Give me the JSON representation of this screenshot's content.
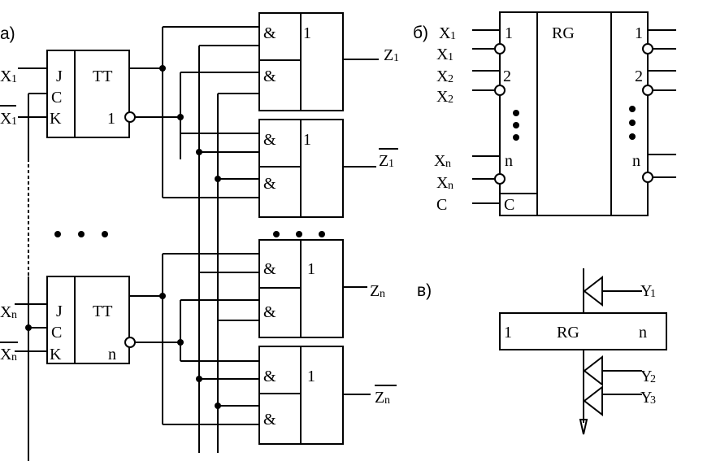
{
  "panel_labels": {
    "a": "а)",
    "b": "б)",
    "v": "в)"
  },
  "panel_a": {
    "trigger_top": {
      "type": "TT",
      "j": "J",
      "c": "C",
      "k": "K",
      "q_inv": "1"
    },
    "trigger_bottom": {
      "type": "TT",
      "j": "J",
      "c": "C",
      "k": "K",
      "q_inv": "n"
    },
    "inputs_top": {
      "x": "X",
      "x_sub": "1",
      "x_bar": "X",
      "x_bar_sub": "1"
    },
    "inputs_bottom": {
      "x": "X",
      "x_sub": "n",
      "x_bar": "X",
      "x_bar_sub": "n"
    },
    "gate_and": "&",
    "gate_or": "1",
    "outputs": [
      {
        "label": "Z",
        "sub": "1",
        "bar": false
      },
      {
        "label": "Z",
        "sub": "1",
        "bar": true
      },
      {
        "label": "Z",
        "sub": "n",
        "bar": false
      },
      {
        "label": "Z",
        "sub": "n",
        "bar": true
      }
    ]
  },
  "panel_b": {
    "title": "RG",
    "input_labels": [
      {
        "label": "X",
        "sub": "1"
      },
      {
        "label": "X",
        "sub": "1"
      },
      {
        "label": "X",
        "sub": "2"
      },
      {
        "label": "X",
        "sub": "2"
      },
      {
        "label": "X",
        "sub": "n"
      },
      {
        "label": "X",
        "sub": "n"
      }
    ],
    "clock_label": "C",
    "clock_pin": "C",
    "left_pins": [
      "1",
      "2",
      "n"
    ],
    "right_pins": [
      "1",
      "2",
      "n"
    ]
  },
  "panel_v": {
    "title": "RG",
    "left_pin": "1",
    "right_pin": "n",
    "buffers": [
      {
        "label": "Y",
        "sub": "1"
      },
      {
        "label": "Y",
        "sub": "2"
      },
      {
        "label": "Y",
        "sub": "3"
      }
    ]
  }
}
